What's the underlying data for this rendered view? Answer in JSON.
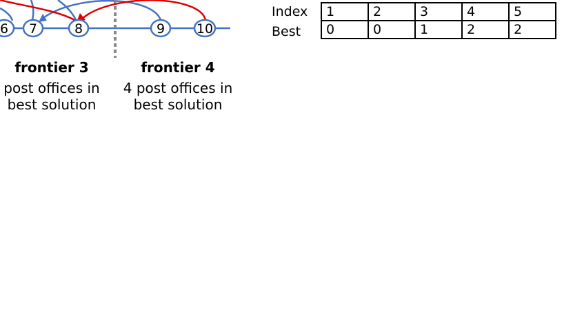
{
  "diagram": {
    "nodes": [
      "6",
      "7",
      "8",
      "9",
      "10"
    ],
    "colors": {
      "line": "#4472c4",
      "highlight": "#e00000",
      "divider": "#888888"
    }
  },
  "frontiers": [
    {
      "title": "frontier  3",
      "line1": " post offices in",
      "line2": "best solution"
    },
    {
      "title": "frontier  4",
      "line1": "4 post offices in",
      "line2": "best solution"
    }
  ],
  "table": {
    "row_labels": [
      "Index",
      "Best"
    ],
    "index": [
      "1",
      "2",
      "3",
      "4",
      "5"
    ],
    "best": [
      "0",
      "0",
      "1",
      "2",
      "2"
    ]
  }
}
